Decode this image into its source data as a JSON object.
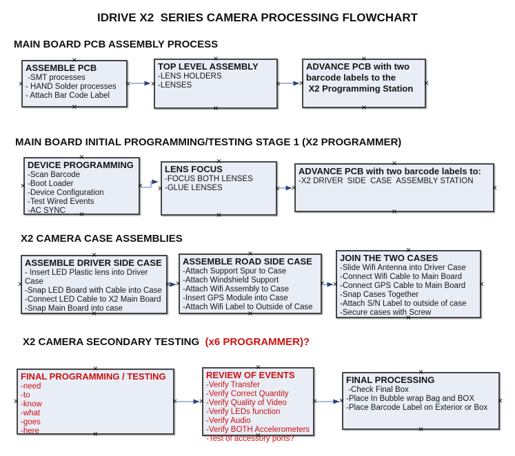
{
  "page": {
    "title": "IDRIVE X2  SERIES CAMERA PROCESSING FLOWCHART"
  },
  "colors": {
    "box_fill": "#e9edf6",
    "box_border": "#454545",
    "arrow_line": "#8ca3c8",
    "arrow_head": "#27457f",
    "red_text": "#cc1111",
    "black_text": "#151515"
  },
  "icons": {
    "connection_point": "×"
  },
  "sections": [
    {
      "heading": "MAIN BOARD PCB ASSEMBLY PROCESS",
      "suffix": ""
    },
    {
      "heading": "MAIN BOARD INITIAL PROGRAMMING/TESTING STAGE 1 (X2 PROGRAMMER)",
      "suffix": ""
    },
    {
      "heading": "X2 CAMERA CASE ASSEMBLIES",
      "suffix": ""
    },
    {
      "heading": "X2 CAMERA SECONDARY TESTING ",
      "suffix": " (x6 PROGRAMMER)?"
    }
  ],
  "boxes": [
    {
      "name": "assemble-pcb",
      "title": "ASSEMBLE PCB",
      "items": [
        " -SMT processes",
        "- HAND Solder processes",
        "- Attach Bar Code Label"
      ],
      "text_color": null
    },
    {
      "name": "top-level-assembly",
      "title": "TOP LEVEL ASSEMBLY",
      "items": [
        "-LENS HOLDERS",
        "-LENSES"
      ],
      "text_color": null
    },
    {
      "name": "advance-pcb-to-programming-station",
      "title": "ADVANCE PCB with two\nbarcode labels to the\n X2 Programming Station",
      "items": [],
      "text_color": null
    },
    {
      "name": "device-programming",
      "title": "DEVICE PROGRAMMING",
      "items": [
        "-Scan Barcode",
        "-Boot Loader",
        "-Device Configuration",
        "-Test Wired Events",
        "-AC SYNC"
      ],
      "text_color": null
    },
    {
      "name": "lens-focus",
      "title": "LENS FOCUS",
      "items": [
        "-FOCUS BOTH LENSES",
        "-GLUE LENSES"
      ],
      "text_color": null
    },
    {
      "name": "advance-pcb-to-driver-side-station",
      "title": "ADVANCE PCB with two barcode labels to:",
      "items": [
        "-X2 DRIVER  SIDE  CASE  ASSEMBLY STATION"
      ],
      "text_color": null
    },
    {
      "name": "assemble-driver-side-case",
      "title": "ASSEMBLE DRIVER SIDE CASE",
      "items": [
        "- Insert LED Plastic lens into Driver Case",
        "-Snap LED Board with Cable into Case",
        "-Connect LED Cable to X2 Main Board",
        "-Snap Main Board into case"
      ],
      "text_color": null
    },
    {
      "name": "assemble-road-side-case",
      "title": "ASSEMBLE ROAD SIDE CASE",
      "items": [
        "-Attach Support Spur to Case",
        "-Attach Windshield Support",
        "-Attach Wifi Assembly to Case",
        "-Insert GPS Module into Case",
        "-Attach Wifi Label to Outside of Case"
      ],
      "text_color": null
    },
    {
      "name": "join-the-two-cases",
      "title": "JOIN THE TWO CASES",
      "items": [
        "-Slide Wifi Antenna into Driver Case",
        "-Connect Wifi Cable to Main Board",
        "-Connect GPS Cable to Main Board",
        "-Snap Cases Together",
        "-Attach S/N Label to outside of case",
        "-Secure cases with Screw"
      ],
      "text_color": null
    },
    {
      "name": "final-programming-testing",
      "title": "FINAL PROGRAMMING / TESTING",
      "items": [
        "-need",
        "-to",
        "-know",
        "-what",
        "-goes",
        "-here"
      ],
      "text_color": "#cc1111"
    },
    {
      "name": "review-of-events",
      "title": "REVIEW OF EVENTS",
      "items": [
        "-Verify Transfer",
        "-Verify Correct Quantity",
        "-Verify Quality of Video",
        "-Verify LEDs function",
        "-Verify Audio",
        "-Verify BOTH Accelerometers",
        "-Test of accessory ports?"
      ],
      "text_color": "#cc1111"
    },
    {
      "name": "final-processing",
      "title": "FINAL PROCESSING",
      "items": [
        " -Check Final Box",
        "-Place In Bubble wrap Bag and BOX",
        "-Place Barcode Label on Exterior or Box"
      ],
      "text_color": null
    }
  ]
}
